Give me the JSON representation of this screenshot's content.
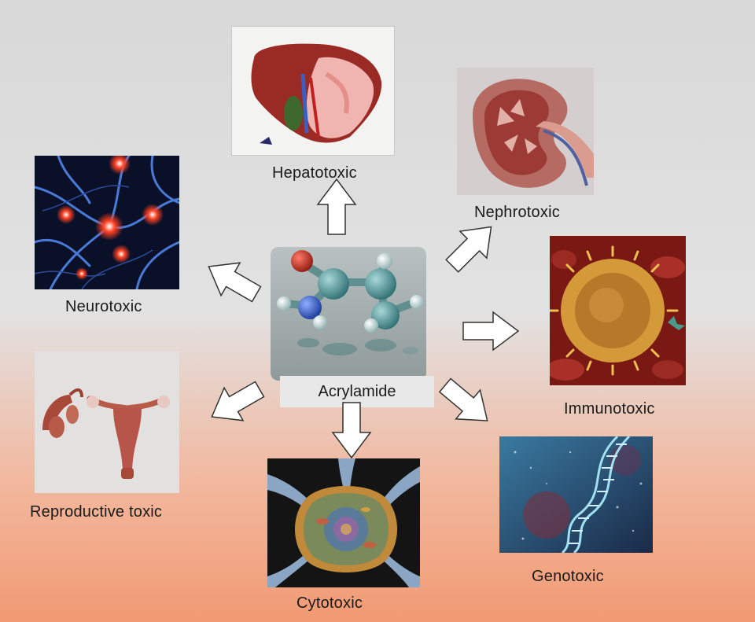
{
  "center": {
    "label": "Acrylamide"
  },
  "effects": [
    {
      "id": "hepatotoxic",
      "label": "Hepatotoxic"
    },
    {
      "id": "nephrotoxic",
      "label": "Nephrotoxic"
    },
    {
      "id": "neurotoxic",
      "label": "Neurotoxic"
    },
    {
      "id": "immunotoxic",
      "label": "Immunotoxic"
    },
    {
      "id": "reproductive",
      "label": "Reproductive toxic"
    },
    {
      "id": "genotoxic",
      "label": "Genotoxic"
    },
    {
      "id": "cytotoxic",
      "label": "Cytotoxic"
    }
  ],
  "colors": {
    "background_top": "#d8d8d8",
    "background_bottom": "#f19a73",
    "arrow_stroke": "#333333"
  }
}
